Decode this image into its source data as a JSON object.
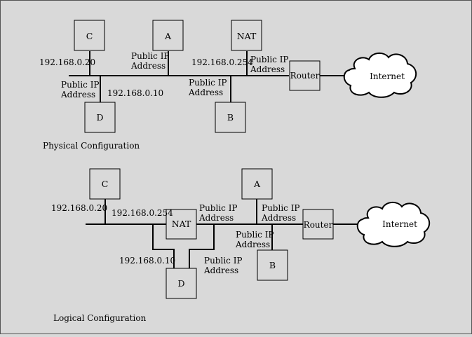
{
  "colors": {
    "background": "#d9d9d9",
    "line": "#000000",
    "cloud_fill": "#ffffff"
  },
  "physical": {
    "caption": "Physical Configuration",
    "nodes": {
      "c": "C",
      "a": "A",
      "nat": "NAT",
      "d": "D",
      "b": "B",
      "router": "Router",
      "internet": "Internet"
    },
    "labels": {
      "ip_c": "192.168.0.20",
      "pub_a_1": "Public IP",
      "pub_a_2": "Address",
      "ip_nat": "192.168.0.254",
      "pub_nat_1": "Public IP",
      "pub_nat_2": "Address",
      "pub_d_1": "Public IP",
      "pub_d_2": "Address",
      "ip_d": "192.168.0.10",
      "pub_b_1": "Public IP",
      "pub_b_2": "Address"
    }
  },
  "logical": {
    "caption": "Logical Configuration",
    "nodes": {
      "c": "C",
      "a": "A",
      "nat": "NAT",
      "d": "D",
      "b": "B",
      "router": "Router",
      "internet": "Internet"
    },
    "labels": {
      "ip_c": "192.168.0.20",
      "ip_nat": "192.168.0.254",
      "pub_nat_1": "Public IP",
      "pub_nat_2": "Address",
      "pub_a_1": "Public IP",
      "pub_a_2": "Address",
      "pub_b_1": "Public IP",
      "pub_b_2": "Address",
      "ip_d": "192.168.0.10",
      "pub_d_1": "Public IP",
      "pub_d_2": "Address"
    }
  }
}
